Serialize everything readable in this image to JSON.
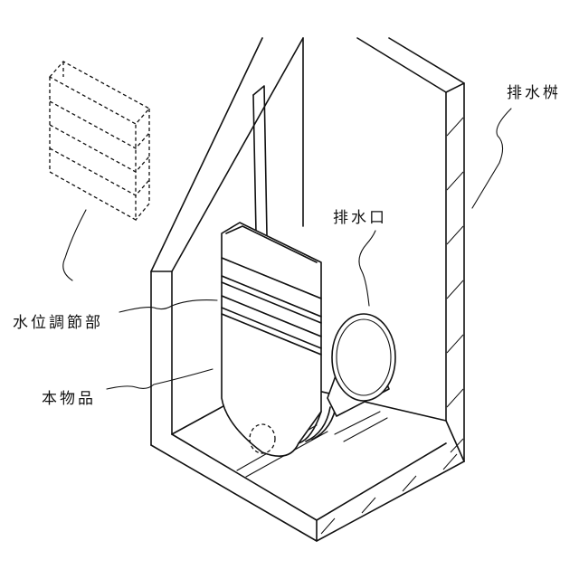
{
  "labels": {
    "drain_basin": "排水桝",
    "drain_outlet": "排水口",
    "water_level_adjuster": "水位調節部",
    "main_product": "本物品"
  }
}
